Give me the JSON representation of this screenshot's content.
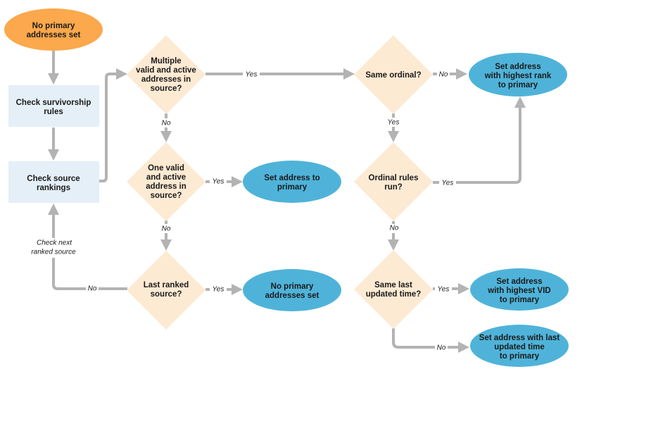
{
  "colors": {
    "start_fill": "#fca84c",
    "process_fill": "#e4eff7",
    "decision_fill": "#fdead3",
    "terminal_fill": "#4fb3d9",
    "edge": "#b3b3b3"
  },
  "nodes": {
    "start": {
      "lines": [
        "No primary",
        "addresses set"
      ]
    },
    "check_survivorship": {
      "lines": [
        "Check survivorship",
        "rules"
      ]
    },
    "check_source_rankings": {
      "lines": [
        "Check source",
        "rankings"
      ]
    },
    "multiple_valid": {
      "lines": [
        "Multiple",
        "valid and active",
        "addresses in",
        "source?"
      ]
    },
    "one_valid": {
      "lines": [
        "One valid",
        "and active",
        "address in",
        "source?"
      ]
    },
    "last_ranked": {
      "lines": [
        "Last ranked",
        "source?"
      ]
    },
    "set_address_primary": {
      "lines": [
        "Set address to",
        "primary"
      ]
    },
    "no_primary_set": {
      "lines": [
        "No primary",
        "addresses set"
      ]
    },
    "same_ordinal": {
      "lines": [
        "Same ordinal?"
      ]
    },
    "ordinal_rules_run": {
      "lines": [
        "Ordinal rules",
        "run?"
      ]
    },
    "same_last_updated": {
      "lines": [
        "Same last",
        "updated time?"
      ]
    },
    "highest_rank": {
      "lines": [
        "Set address",
        "with highest rank",
        "to primary"
      ]
    },
    "highest_vid": {
      "lines": [
        "Set address",
        "with highest VID",
        "to primary"
      ]
    },
    "last_updated": {
      "lines": [
        "Set address with last",
        "updated time",
        "to primary"
      ]
    }
  },
  "edge_labels": {
    "multiple_yes": "Yes",
    "multiple_no": "No",
    "one_yes": "Yes",
    "one_no": "No",
    "last_yes": "Yes",
    "last_no": "No",
    "check_next": [
      "Check next",
      "ranked source"
    ],
    "ordinal_no": "No",
    "ordinal_yes": "Yes",
    "rules_yes": "Yes",
    "rules_no": "No",
    "updated_yes": "Yes",
    "updated_no": "No"
  }
}
